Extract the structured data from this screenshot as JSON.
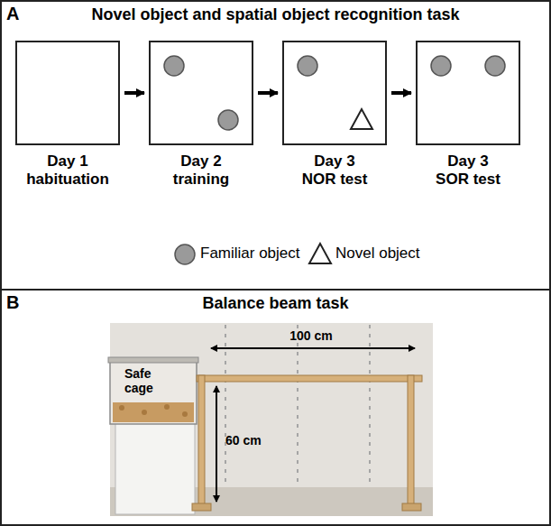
{
  "diagram": {
    "nodes": [
      {
        "text": [
          "A",
          "Novel object and spatial object recognition task"
        ]
      },
      {
        "text": [
          "Day 1 habituation"
        ],
        "in": 0
      },
      {
        "text": [
          "Day 2 training"
        ],
        "in": 0
      },
      {
        "text": [
          "Day 3 NOR test"
        ],
        "in": 0
      },
      {
        "text": [
          "Day 3 SOR test"
        ],
        "in": 0
      },
      {
        "text": [
          "B",
          "Balance beam task"
        ]
      }
    ],
    "edges": [
      {
        "from": 1,
        "to": 2,
        "arrow": "to"
      },
      {
        "from": 2,
        "to": 3,
        "arrow": "to"
      },
      {
        "from": 3,
        "to": 4,
        "arrow": "to"
      }
    ],
    "labels": [
      "Safe cage",
      "100 cm",
      "60 cm"
    ],
    "legend": [
      {
        "text": "Familiar object"
      },
      {
        "text": "Novel object"
      }
    ]
  }
}
